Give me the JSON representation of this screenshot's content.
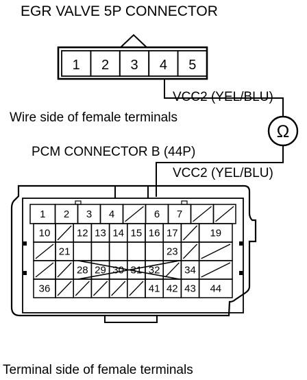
{
  "egr": {
    "title": "EGR VALVE 5P CONNECTOR",
    "pins": [
      "1",
      "2",
      "3",
      "4",
      "5"
    ],
    "wire_label": "VCC2 (YEL/BLU)",
    "side_label": "Wire side of female terminals"
  },
  "meter": {
    "symbol": "Ω"
  },
  "pcm": {
    "title": "PCM CONNECTOR B (44P)",
    "wire_label": "VCC2 (YEL/BLU)",
    "side_label": "Terminal side of female terminals",
    "rows": [
      [
        "1",
        "2",
        "3",
        "4",
        "",
        "6",
        "7",
        "",
        ""
      ],
      [
        "10",
        "",
        "12",
        "13",
        "14",
        "15",
        "16",
        "17",
        "",
        "19"
      ],
      [
        "",
        "21",
        "",
        "",
        "",
        "",
        "",
        "23",
        "",
        ""
      ],
      [
        "",
        "",
        "28",
        "29",
        "30",
        "31",
        "32",
        "",
        "34",
        ""
      ],
      [
        "36",
        "",
        "",
        "",
        "",
        "",
        "41",
        "42",
        "43",
        "44"
      ]
    ]
  }
}
